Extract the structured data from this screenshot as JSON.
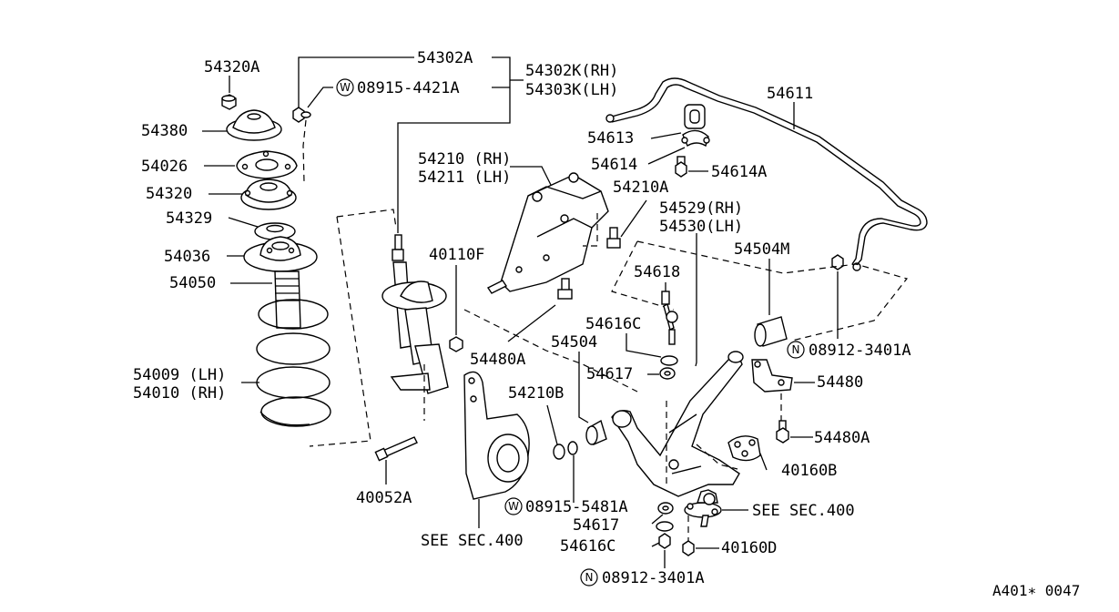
{
  "labels": {
    "l54320A": "54320A",
    "l54302A": "54302A",
    "l08915_4421A": "08915-4421A",
    "l54302K": "54302K(RH)",
    "l54303K": "54303K(LH)",
    "l54611": "54611",
    "l54380": "54380",
    "l54613": "54613",
    "l54026": "54026",
    "l54210": "54210 (RH)",
    "l54211": "54211 (LH)",
    "l54614": "54614",
    "l54614A": "54614A",
    "l54320": "54320",
    "l54210A": "54210A",
    "l54329": "54329",
    "l54529": "54529(RH)",
    "l54530": "54530(LH)",
    "l54036": "54036",
    "l40110F": "40110F",
    "l54504M": "54504M",
    "l54618": "54618",
    "l54050": "54050",
    "l54616C_top": "54616C",
    "l08912_3401A_right": "08912-3401A",
    "l54504": "54504",
    "l54480A_mid": "54480A",
    "l54617_top": "54617",
    "l54480": "54480",
    "l54009": "54009 (LH)",
    "l54010": "54010 (RH)",
    "l54210B": "54210B",
    "l54480A_right": "54480A",
    "l40160B": "40160B",
    "l40052A": "40052A",
    "l08915_5481A": "08915-5481A",
    "l_see_sec400_right": "SEE SEC.400",
    "l54617_bot": "54617",
    "l_see_sec400_bot": "SEE SEC.400",
    "l54616C_bot": "54616C",
    "l40160D": "40160D",
    "l08912_3401A_bot": "08912-3401A",
    "ref_code": "A401∗ 0047"
  },
  "markers": {
    "washer": "W",
    "nut": "N"
  }
}
